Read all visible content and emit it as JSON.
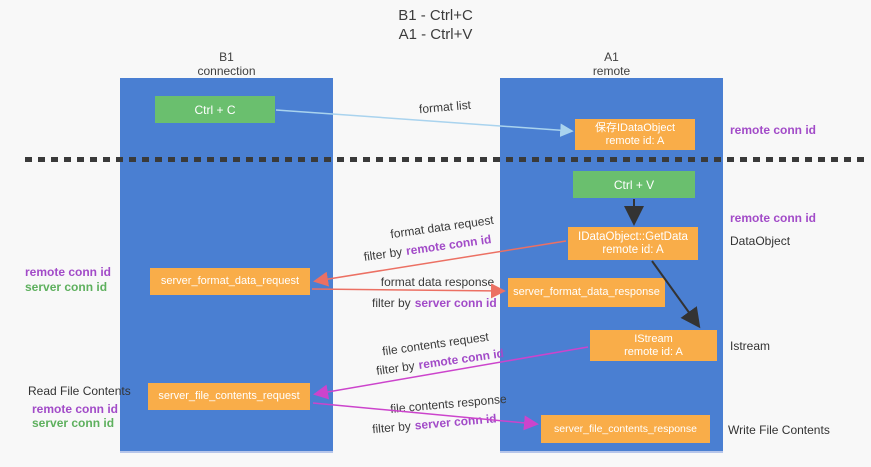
{
  "title": {
    "line1": "B1 - Ctrl+C",
    "line2": "A1 - Ctrl+V"
  },
  "colors": {
    "column_blue": "#4a7fd2",
    "box_green": "#6abf6e",
    "box_orange": "#f9ad49",
    "arrow_lightblue": "#a9d3ee",
    "arrow_red": "#ec7063",
    "arrow_magenta": "#cc44cc",
    "arrow_black": "#333333",
    "text_purple": "#a24bc8",
    "text_green": "#5eb05e"
  },
  "lanes": {
    "left": {
      "title": "B1",
      "subtitle": "connection"
    },
    "right": {
      "title": "A1",
      "subtitle": "remote"
    }
  },
  "nodes": {
    "ctrl_c": {
      "label": "Ctrl + C"
    },
    "save_idataobject": {
      "line1": "保存IDataObject",
      "line2": "remote id: A"
    },
    "ctrl_v": {
      "label": "Ctrl + V"
    },
    "getdata": {
      "line1": "IDataObject::GetData",
      "line2": "remote id: A"
    },
    "format_request": {
      "label": "server_format_data_request"
    },
    "format_response": {
      "label": "server_format_data_response"
    },
    "istream": {
      "line1": "IStream",
      "line2": "remote id: A"
    },
    "file_request": {
      "label": "server_file_contents_request"
    },
    "file_response": {
      "label": "server_file_contents_response"
    }
  },
  "edge_labels": {
    "format_list": "format list",
    "format_data_request": "format data request",
    "format_data_response": "format data response",
    "file_contents_request": "file contents request",
    "file_contents_response": "file contents response",
    "filter_by": "filter by",
    "remote_conn_id": "remote conn id",
    "server_conn_id": "server conn id"
  },
  "annotations": {
    "right": {
      "remote_conn_id_top": "remote conn id",
      "remote_conn_id_mid": "remote conn id",
      "dataobject": "DataObject",
      "istream": "Istream",
      "write_file_contents": "Write File Contents"
    },
    "left": {
      "remote_conn_id_mid": "remote conn id",
      "server_conn_id_mid": "server conn id",
      "read_file_contents": "Read File Contents",
      "remote_conn_id_bottom": "remote conn id",
      "server_conn_id_bottom": "server conn id"
    }
  }
}
